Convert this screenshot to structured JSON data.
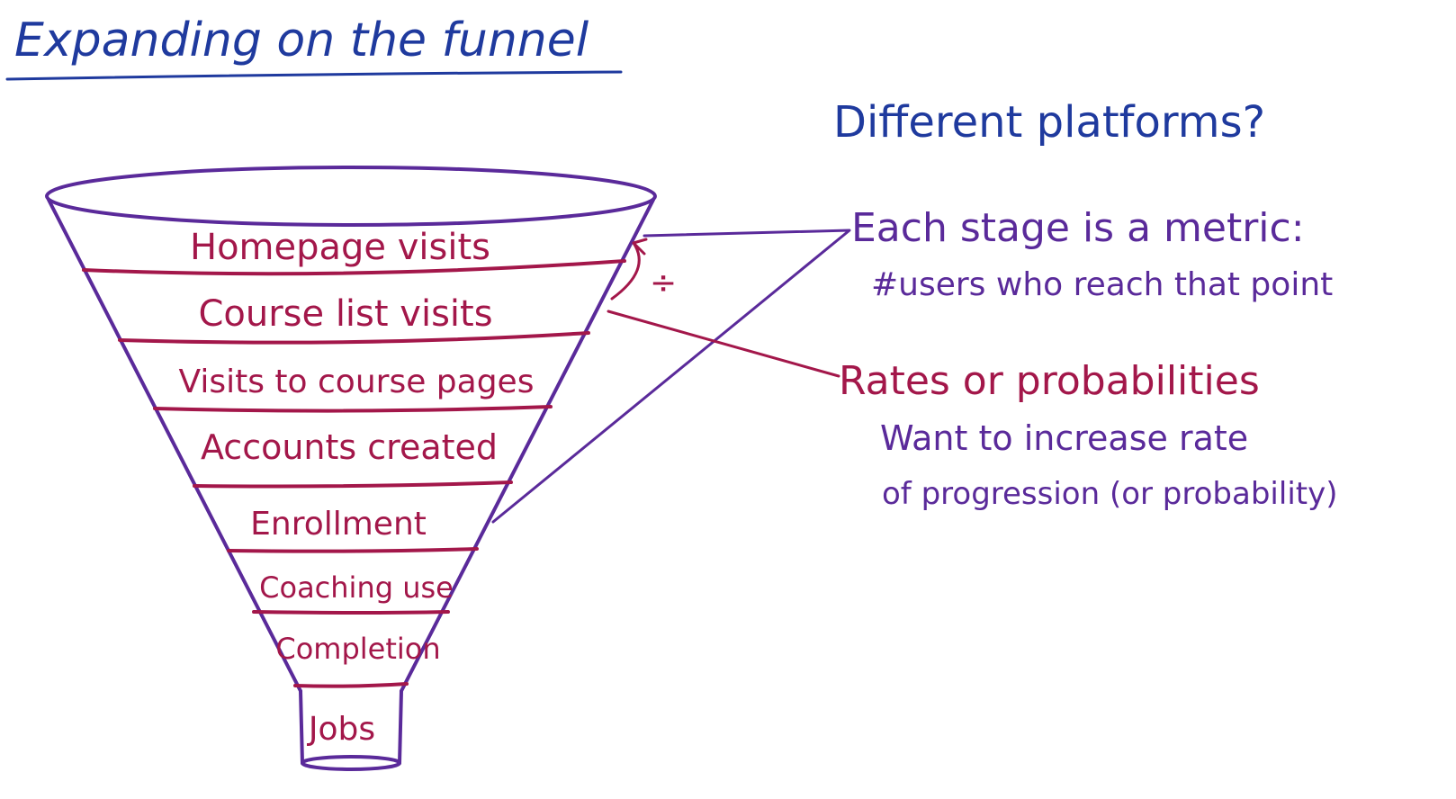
{
  "title": "Expanding on the funnel",
  "funnel": {
    "stages": [
      "Homepage visits",
      "Course list visits",
      "Visits to course pages",
      "Accounts created",
      "Enrollment",
      "Coaching use",
      "Completion",
      "Jobs"
    ],
    "divide_symbol": "÷"
  },
  "notes": {
    "platforms": "Different platforms?",
    "metric_heading": "Each stage is a metric:",
    "metric_detail": "#users who reach that point",
    "rates_heading": "Rates or probabilities",
    "rates_detail_line1": "Want to increase rate",
    "rates_detail_line2": "of progression (or probability)"
  },
  "colors": {
    "title_blue": "#1f3a9e",
    "funnel_outline": "#5a2a9a",
    "stage_red": "#a3174a",
    "note_purple": "#5a2a9a"
  }
}
